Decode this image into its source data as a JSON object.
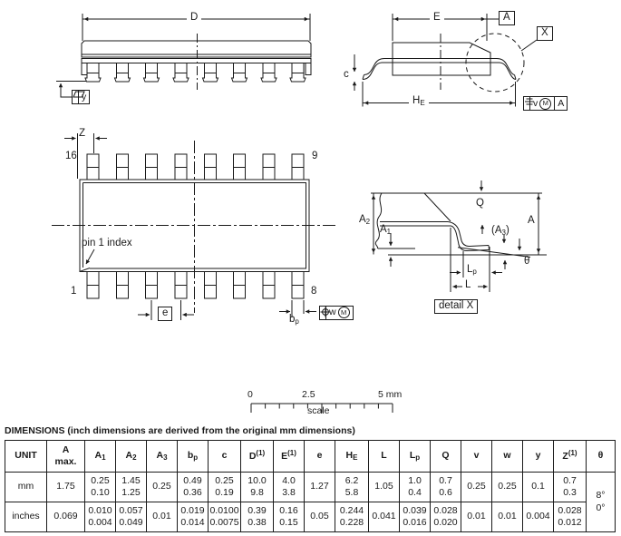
{
  "colors": {
    "ink": "#1a1a1a",
    "background": "#ffffff"
  },
  "labels": {
    "D": "D",
    "E": "E",
    "A_datum": "A",
    "X": "X",
    "c": "c",
    "HE_base": "H",
    "HE_sub": "E",
    "y": "y",
    "v": "v",
    "w": "w",
    "m": "M",
    "A_ref": "A",
    "Z": "Z",
    "pin16": "16",
    "pin9": "9",
    "pin1": "1",
    "pin8": "8",
    "pin1_index": "pin 1 index",
    "e": "e",
    "bp_base": "b",
    "bp_sub": "p",
    "A2_base": "A",
    "A2_sub": "2",
    "A1_base": "A",
    "A1_sub": "1",
    "Q": "Q",
    "A3_open": "(A",
    "A3_sub": "3",
    "A3_close": ")",
    "A_dim": "A",
    "theta": "θ",
    "Lp_base": "L",
    "Lp_sub": "p",
    "L": "L",
    "detail_x": "detail X"
  },
  "scalebar": {
    "zero": "0",
    "mid": "2.5",
    "five": "5 mm",
    "caption": "scale"
  },
  "table": {
    "title": "DIMENSIONS (inch dimensions are derived from the original mm dimensions)",
    "cols": {
      "unit": {
        "t": "UNIT"
      },
      "Amax": {
        "t": "A",
        "l2": "max."
      },
      "A1": {
        "t": "A",
        "sub": "1"
      },
      "A2": {
        "t": "A",
        "sub": "2"
      },
      "A3": {
        "t": "A",
        "sub": "3"
      },
      "bp": {
        "t": "b",
        "sub": "p"
      },
      "c": {
        "t": "c"
      },
      "D": {
        "t": "D",
        "sup": "(1)"
      },
      "E": {
        "t": "E",
        "sup": "(1)"
      },
      "e": {
        "t": "e"
      },
      "HE": {
        "t": "H",
        "sub": "E"
      },
      "L": {
        "t": "L"
      },
      "Lp": {
        "t": "L",
        "sub": "p"
      },
      "Q": {
        "t": "Q"
      },
      "v": {
        "t": "v"
      },
      "w": {
        "t": "w"
      },
      "y": {
        "t": "y"
      },
      "Z": {
        "t": "Z",
        "sup": "(1)"
      },
      "theta": {
        "t": "θ"
      }
    },
    "mm": {
      "unit": "mm",
      "Amax": "1.75",
      "A1": "0.25\n0.10",
      "A2": "1.45\n1.25",
      "A3": "0.25",
      "bp": "0.49\n0.36",
      "c": "0.25\n0.19",
      "D": "10.0\n9.8",
      "E": "4.0\n3.8",
      "e": "1.27",
      "HE": "6.2\n5.8",
      "L": "1.05",
      "Lp": "1.0\n0.4",
      "Q": "0.7\n0.6",
      "v": "0.25",
      "w": "0.25",
      "y": "0.1",
      "Z": "0.7\n0.3"
    },
    "inches": {
      "unit": "inches",
      "Amax": "0.069",
      "A1": "0.010\n0.004",
      "A2": "0.057\n0.049",
      "A3": "0.01",
      "bp": "0.019\n0.014",
      "c": "0.0100\n0.0075",
      "D": "0.39\n0.38",
      "E": "0.16\n0.15",
      "e": "0.05",
      "HE": "0.244\n0.228",
      "L": "0.041",
      "Lp": "0.039\n0.016",
      "Q": "0.028\n0.020",
      "v": "0.01",
      "w": "0.01",
      "y": "0.004",
      "Z": "0.028\n0.012"
    },
    "theta_val": "8°\n0°"
  }
}
